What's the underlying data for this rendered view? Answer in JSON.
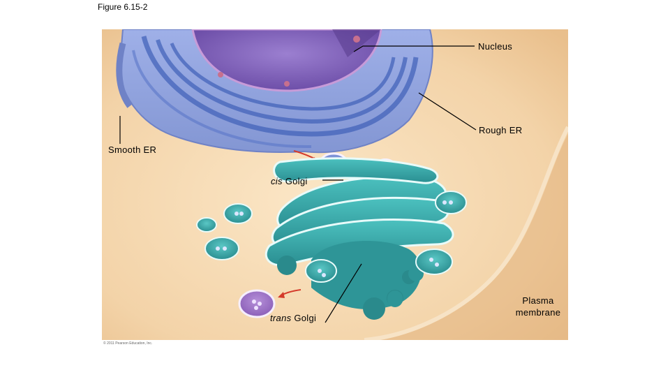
{
  "figure_title": "Figure 6.15-2",
  "labels": {
    "nucleus": "Nucleus",
    "rough_er": "Rough ER",
    "smooth_er": "Smooth ER",
    "cis_golgi_prefix": "cis",
    "cis_golgi_suffix": "Golgi",
    "trans_golgi_prefix": "trans",
    "trans_golgi_suffix": "Golgi",
    "plasma_membrane_line1": "Plasma",
    "plasma_membrane_line2": "membrane"
  },
  "copyright": "© 2011 Pearson Education, Inc.",
  "colors": {
    "background": "#f4d8b0",
    "er": "#7d92d6",
    "nucleus": "#7e5cb8",
    "golgi": "#2f9ea0",
    "arrow": "#d43a2a"
  }
}
